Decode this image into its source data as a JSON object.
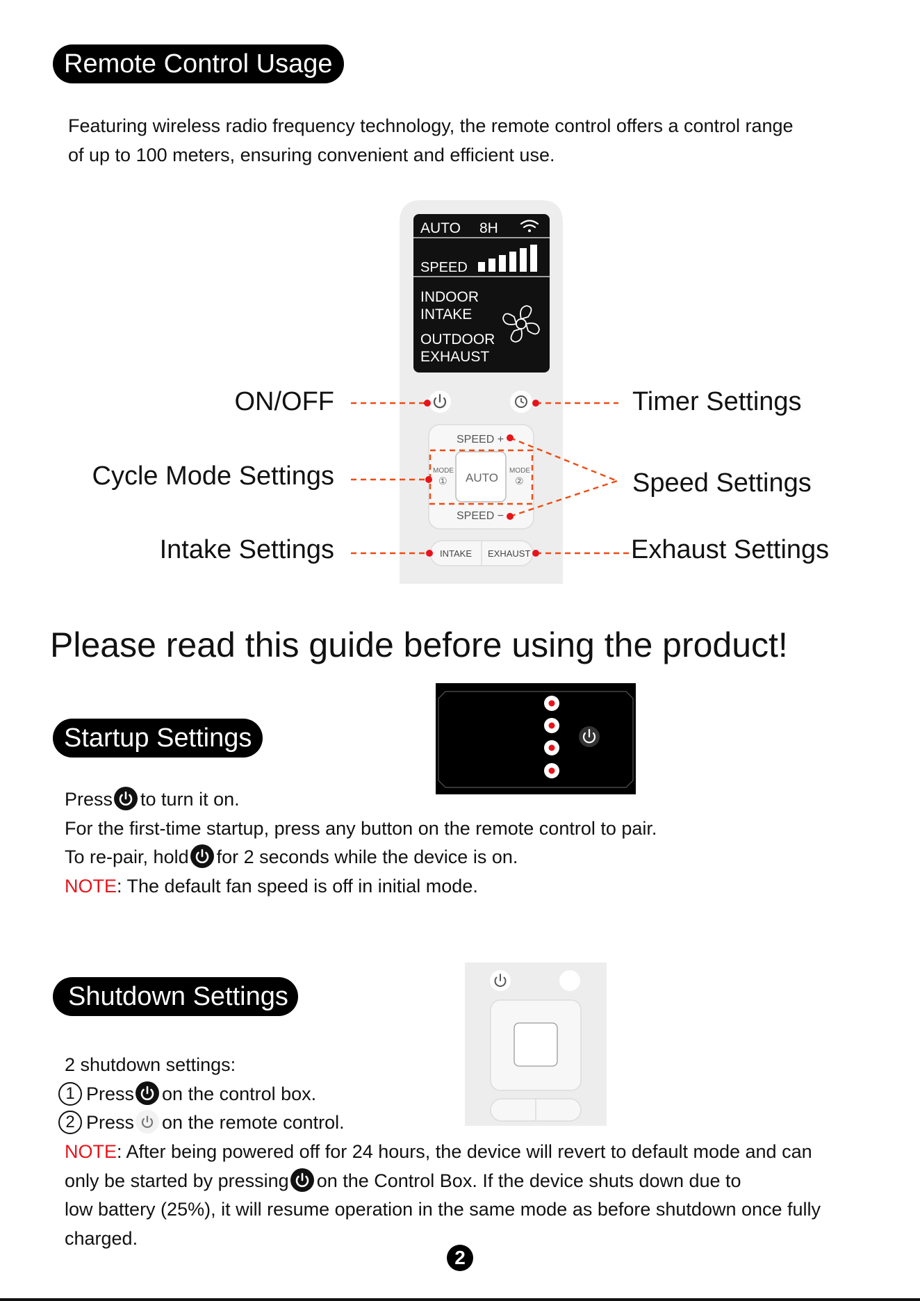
{
  "sections": {
    "remote": {
      "heading": "Remote Control Usage",
      "intro_line1": "Featuring wireless radio frequency technology, the remote control offers a control range",
      "intro_line2": "of up to 100 meters, ensuring convenient and efficient use."
    },
    "guide_heading": "Please read this guide before using the product!",
    "startup": {
      "heading": "Startup Settings",
      "line1_pre": "Press",
      "line1_post": "to turn it on.",
      "line2": "For the first-time startup, press any button on the remote control to pair.",
      "line3_pre": "To re-pair, hold",
      "line3_post": "for 2 seconds while the device is on.",
      "note_label": "NOTE",
      "note_text": ": The default fan speed is off in initial mode."
    },
    "shutdown": {
      "heading": "Shutdown Settings",
      "intro": "2 shutdown settings:",
      "step1_num": "1",
      "step1_pre": "Press",
      "step1_post": "on the control box.",
      "step2_num": "2",
      "step2_pre": "Press",
      "step2_post": "on the remote control.",
      "note_label": "NOTE",
      "note_line1": ": After being powered off for 24 hours, the device will revert to default mode and can",
      "note_line2_pre": "only be started by pressing",
      "note_line2_post": "on the Control Box. If the device shuts down due to",
      "note_line3": "low battery (25%), it will resume operation in the same mode as before shutdown once fully",
      "note_line4": "charged."
    }
  },
  "callouts": {
    "on_off": "ON/OFF",
    "timer": "Timer Settings",
    "cycle_mode": "Cycle Mode Settings",
    "speed": "Speed Settings",
    "intake": "Intake Settings",
    "exhaust": "Exhaust Settings"
  },
  "remote_display": {
    "mode": "AUTO",
    "timer": "8H",
    "speed_label": "SPEED",
    "speed_level": 6,
    "speed_max": 6,
    "indoor": "INDOOR",
    "intake": "INTAKE",
    "outdoor": "OUTDOOR",
    "exhaust": "EXHAUST"
  },
  "remote_buttons": {
    "speed_plus": "SPEED +",
    "speed_minus": "SPEED −",
    "mode_label": "MODE",
    "mode1": "①",
    "mode2": "②",
    "auto": "AUTO",
    "intake": "INTAKE",
    "exhaust": "EXHAUST"
  },
  "page_number": "2",
  "colors": {
    "accent_red": "#e8141b",
    "callout_orange": "#f04a12",
    "remote_body": "#ededed",
    "screen": "#111111"
  },
  "icons": [
    "power-icon",
    "timer-icon",
    "wifi-icon",
    "fan-icon"
  ]
}
